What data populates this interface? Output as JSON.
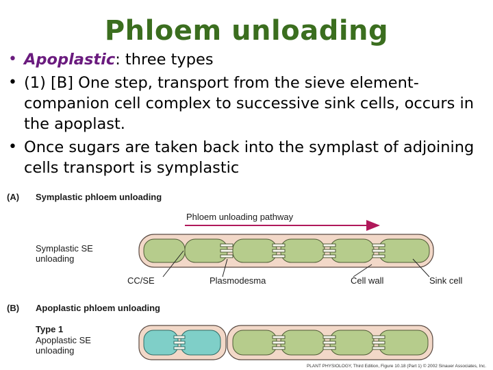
{
  "title": "Phloem unloading",
  "bullets": [
    {
      "emph": "Apoplastic",
      "text": ": three types"
    },
    {
      "text": "(1) [B] One step, transport from the sieve element-companion cell complex to successive sink cells, occurs in the apoplast."
    },
    {
      "text": "Once sugars are taken back into the symplast of adjoining cells transport is symplastic"
    }
  ],
  "figure": {
    "panel_a": {
      "letter": "(A)",
      "heading": "Symplastic phloem unloading",
      "pathway_label": "Phloem unloading pathway",
      "row_label_1": "Symplastic SE",
      "row_label_2": "unloading",
      "callouts": [
        "CC/SE",
        "Plasmodesma",
        "Cell wall",
        "Sink cell"
      ]
    },
    "panel_b": {
      "letter": "(B)",
      "heading": "Apoplastic phloem unloading",
      "type_label": "Type 1",
      "row_label_1": "Apoplastic SE",
      "row_label_2": "unloading"
    },
    "credit": "PLANT PHYSIOLOGY, Third Edition, Figure 10.18 (Part 1)  © 2002 Sinauer Associates, Inc."
  },
  "colors": {
    "title": "#3b6e1f",
    "emphasis": "#6a1b7e",
    "arrow": "#b0185a",
    "cell_wall": "#f2d8c8",
    "cell_fill": "#b6cc8c",
    "cc_fill": "#7fcfc8"
  }
}
